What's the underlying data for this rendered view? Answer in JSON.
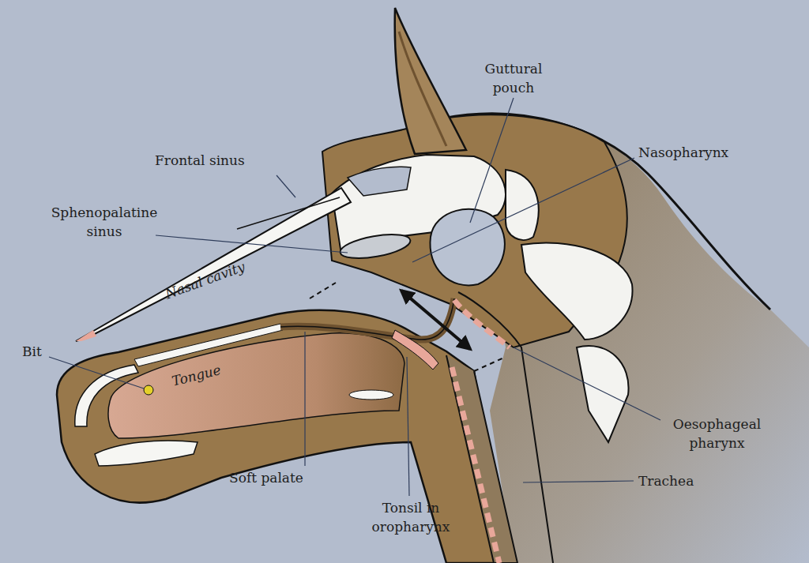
{
  "diagram": {
    "labels": [
      "Guttural pouch",
      "Frontal sinus",
      "Nasopharynx",
      "Sphenopalatine sinus",
      "Nasal cavity",
      "Bit",
      "Tongue",
      "Soft palate",
      "Tonsil in oropharynx",
      "Oesophageal pharynx",
      "Trachea"
    ]
  }
}
